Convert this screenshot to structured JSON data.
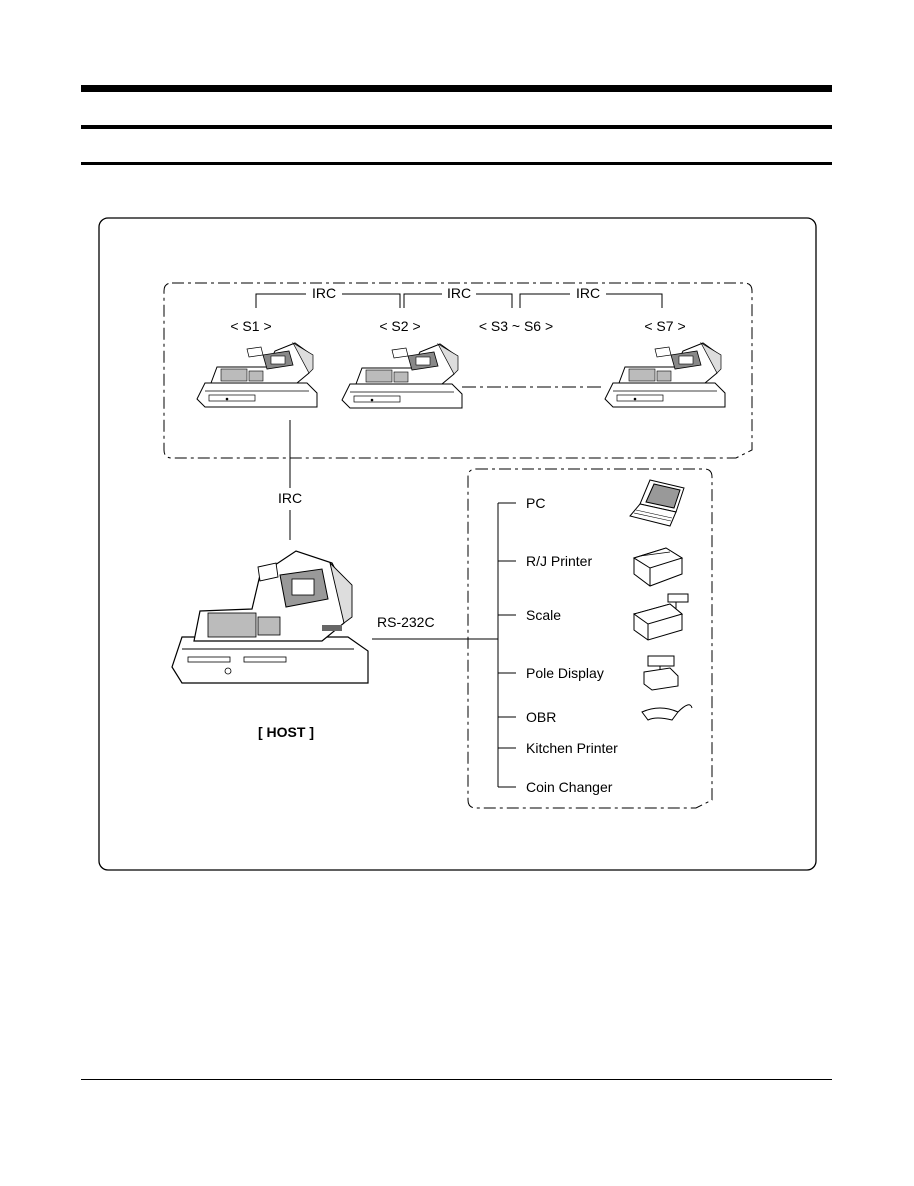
{
  "diagram": {
    "irc_top_1": "IRC",
    "irc_top_2": "IRC",
    "irc_top_3": "IRC",
    "station_s1": "< S1 >",
    "station_s2": "< S2 >",
    "station_s3_s6": "< S3 ~ S6 >",
    "station_s7": "< S7 >",
    "irc_host": "IRC",
    "rs232c": "RS-232C",
    "host_label": "[ HOST ]",
    "peripherals": [
      {
        "label": "PC",
        "icon": "laptop-icon"
      },
      {
        "label": "R/J Printer",
        "icon": "printer-icon"
      },
      {
        "label": "Scale",
        "icon": "scale-icon"
      },
      {
        "label": "Pole Display",
        "icon": "pole-display-icon"
      },
      {
        "label": "OBR",
        "icon": "barcode-scanner-icon"
      },
      {
        "label": "Kitchen Printer",
        "icon": ""
      },
      {
        "label": "Coin Changer",
        "icon": ""
      }
    ]
  }
}
